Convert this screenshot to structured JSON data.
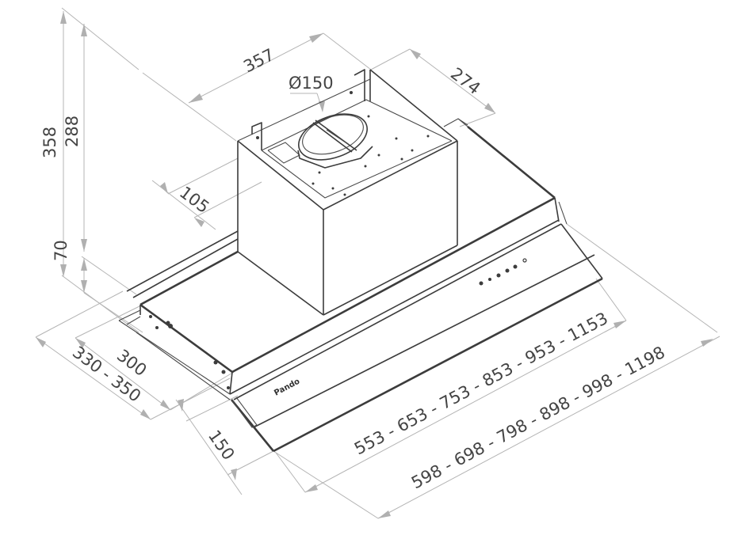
{
  "drawing": {
    "subject": "Telescopic cooker hood - dimensional drawing",
    "brand_label": "Pando",
    "units": "mm",
    "colors": {
      "outline": "#3c3c3c",
      "dimension_lines": "#b4b4b4",
      "text": "#444444",
      "background": "#ffffff"
    }
  },
  "dimensions": {
    "total_height": "358",
    "chimney_height": "288",
    "body_height": "70",
    "chimney_width": "357",
    "chimney_depth": "274",
    "outlet_diameter": "Ø150",
    "chimney_offset": "105",
    "depth_fixed": "300",
    "depth_range": "330 - 350",
    "extension_depth": "150",
    "inner_width_options": "553 - 653 - 753 - 853 - 953 - 1153",
    "outer_width_options": "598 - 698 - 798 - 898 - 998 - 1198"
  },
  "control_panel": {
    "button_count": 6
  }
}
